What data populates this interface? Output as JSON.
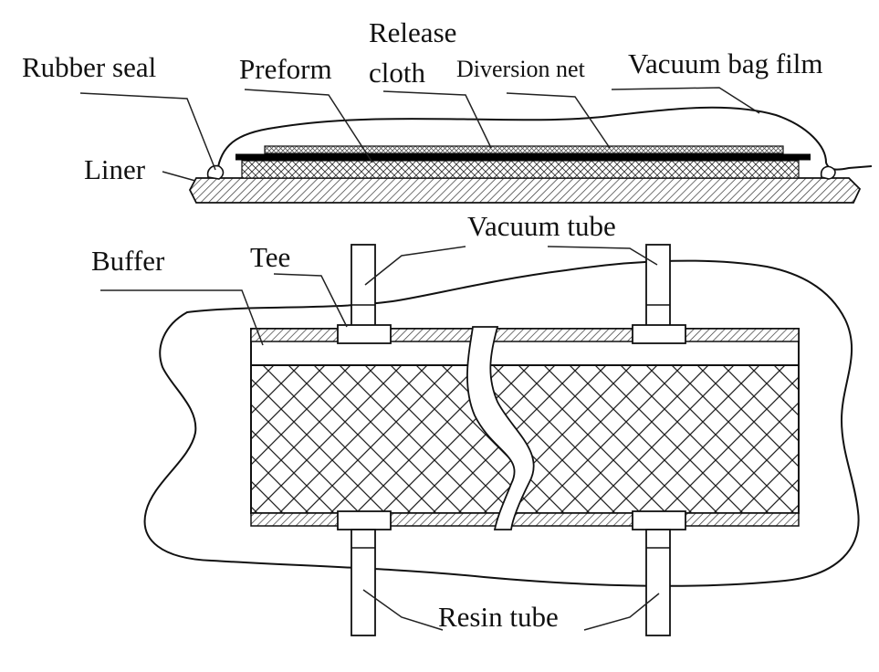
{
  "top_section": {
    "labels": {
      "rubber_seal": "Rubber seal",
      "preform": "Preform",
      "release_cloth_line1": "Release",
      "release_cloth_line2": "cloth",
      "diversion_net": "Diversion net",
      "vacuum_bag_film": "Vacuum bag film",
      "liner": "Liner"
    }
  },
  "bottom_section": {
    "labels": {
      "vacuum_tube": "Vacuum tube",
      "buffer": "Buffer",
      "tee": "Tee",
      "resin_tube": "Resin tube"
    }
  },
  "colors": {
    "line": "#111111",
    "hatch": "#333333",
    "background": "#ffffff"
  }
}
